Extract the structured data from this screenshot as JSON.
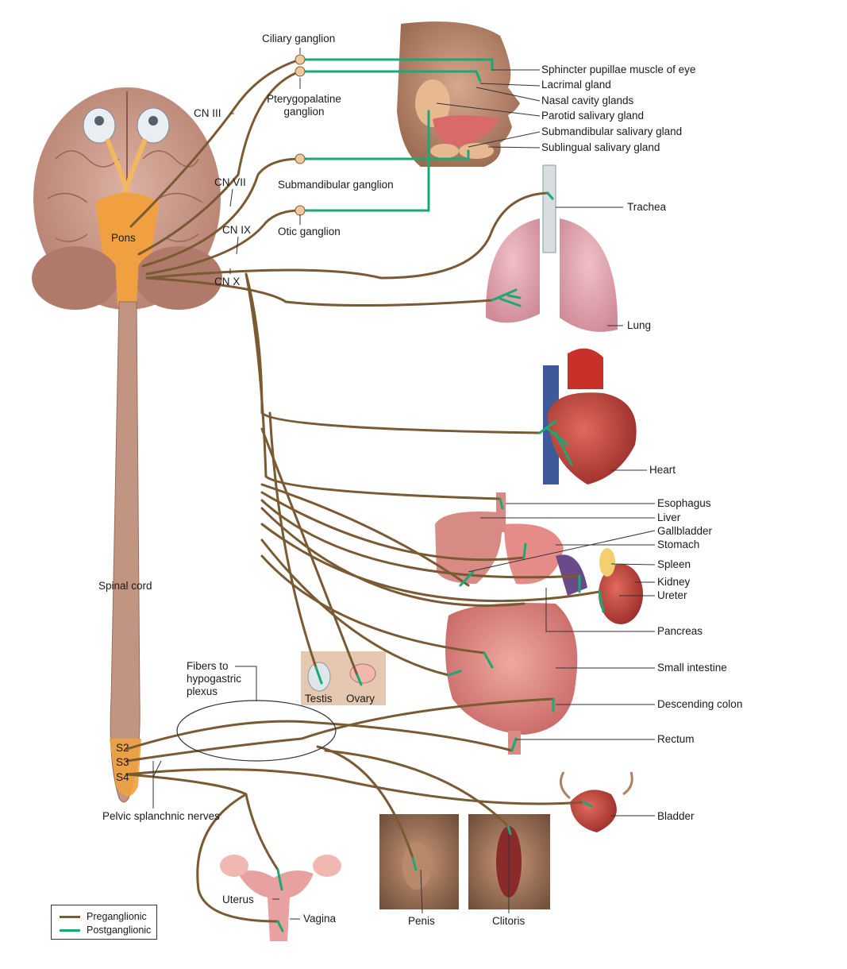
{
  "colors": {
    "preganglionic": "#7a5a32",
    "postganglionic": "#1aa874",
    "brain": "#c99a8a",
    "pons": "#f0a040",
    "organ_red": "#c4554f",
    "tissue_pink": "#e8a0a0",
    "box_tan": "#e6c8b0"
  },
  "labels": {
    "ciliary": "Ciliary ganglion",
    "pterygo": "Pterygopalatine\nganglion",
    "submand_g": "Submandibular ganglion",
    "otic": "Otic ganglion",
    "cn3": "CN III",
    "cn7": "CN VII",
    "cn9": "CN IX",
    "cn10": "CN X",
    "pons": "Pons",
    "spinal_cord": "Spinal cord",
    "sphincter": "Sphincter pupillae muscle of eye",
    "lacrimal": "Lacrimal gland",
    "nasal": "Nasal cavity glands",
    "parotid": "Parotid salivary gland",
    "submand_sal": "Submandibular salivary gland",
    "subling": "Sublingual salivary gland",
    "trachea": "Trachea",
    "lung": "Lung",
    "heart": "Heart",
    "esophagus": "Esophagus",
    "liver": "Liver",
    "gallbladder": "Gallbladder",
    "stomach": "Stomach",
    "spleen": "Spleen",
    "kidney": "Kidney",
    "ureter": "Ureter",
    "pancreas": "Pancreas",
    "small_int": "Small intestine",
    "desc_colon": "Descending colon",
    "rectum": "Rectum",
    "bladder": "Bladder",
    "testis": "Testis",
    "ovary": "Ovary",
    "fibers": "Fibers to\nhypogastric\nplexus",
    "pelvic": "Pelvic splanchnic nerves",
    "s2": "S2",
    "s3": "S3",
    "s4": "S4",
    "uterus": "Uterus",
    "vagina": "Vagina",
    "penis": "Penis",
    "clitoris": "Clitoris"
  },
  "legend": {
    "pre": "Preganglionic",
    "post": "Postganglionic"
  }
}
